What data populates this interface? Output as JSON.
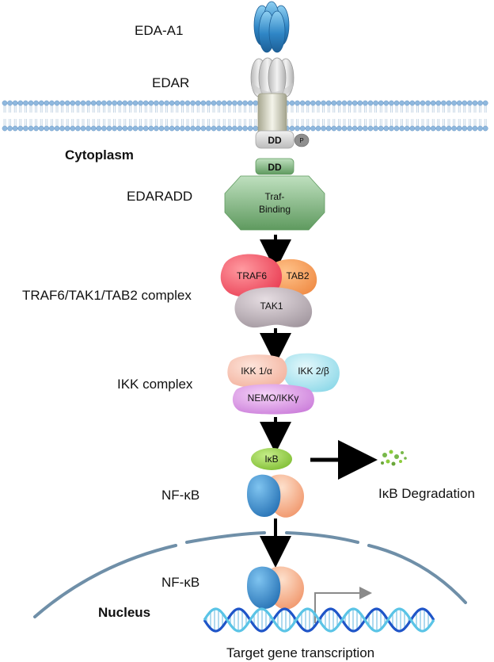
{
  "labels": {
    "eda_a1": "EDA-A1",
    "edar": "EDAR",
    "cytoplasm": "Cytoplasm",
    "dd_receptor": "DD",
    "phospho": "P",
    "dd_adaptor": "DD",
    "edaradd": "EDARADD",
    "traf_binding_line1": "Traf-",
    "traf_binding_line2": "Binding",
    "traf6": "TRAF6",
    "tab2": "TAB2",
    "tak1": "TAK1",
    "traf_complex": "TRAF6/TAK1/TAB2 complex",
    "ikk1": "IKK 1/α",
    "ikk2": "IKK 2/β",
    "nemo": "NEMO/IKKγ",
    "ikk_complex": "IKK complex",
    "ikb": "IκB",
    "nfkb_cyto": "NF-κB",
    "ikb_degradation": "IκB Degradation",
    "nfkb_nucleus": "NF-κB",
    "nucleus": "Nucleus",
    "target_gene": "Target gene transcription"
  },
  "colors": {
    "ligand": "#2f86c6",
    "receptor": "#d9d9d9",
    "membrane_head": "#8fb8de",
    "adaptor_green": "#6aa56a",
    "traf6": "#f0566a",
    "tab2": "#f49a5a",
    "tak1": "#b9aeb6",
    "ikk1": "#f6c3b4",
    "ikk2": "#a9e3ee",
    "nemo": "#d88ee2",
    "ikb": "#8ccc3c",
    "nfkb_blue": "#2a7fc4",
    "nfkb_orange": "#f3a57e",
    "nuclear_envelope": "#6f8fa8",
    "dna_dark": "#1f55c8",
    "dna_light": "#5ac4e6"
  }
}
